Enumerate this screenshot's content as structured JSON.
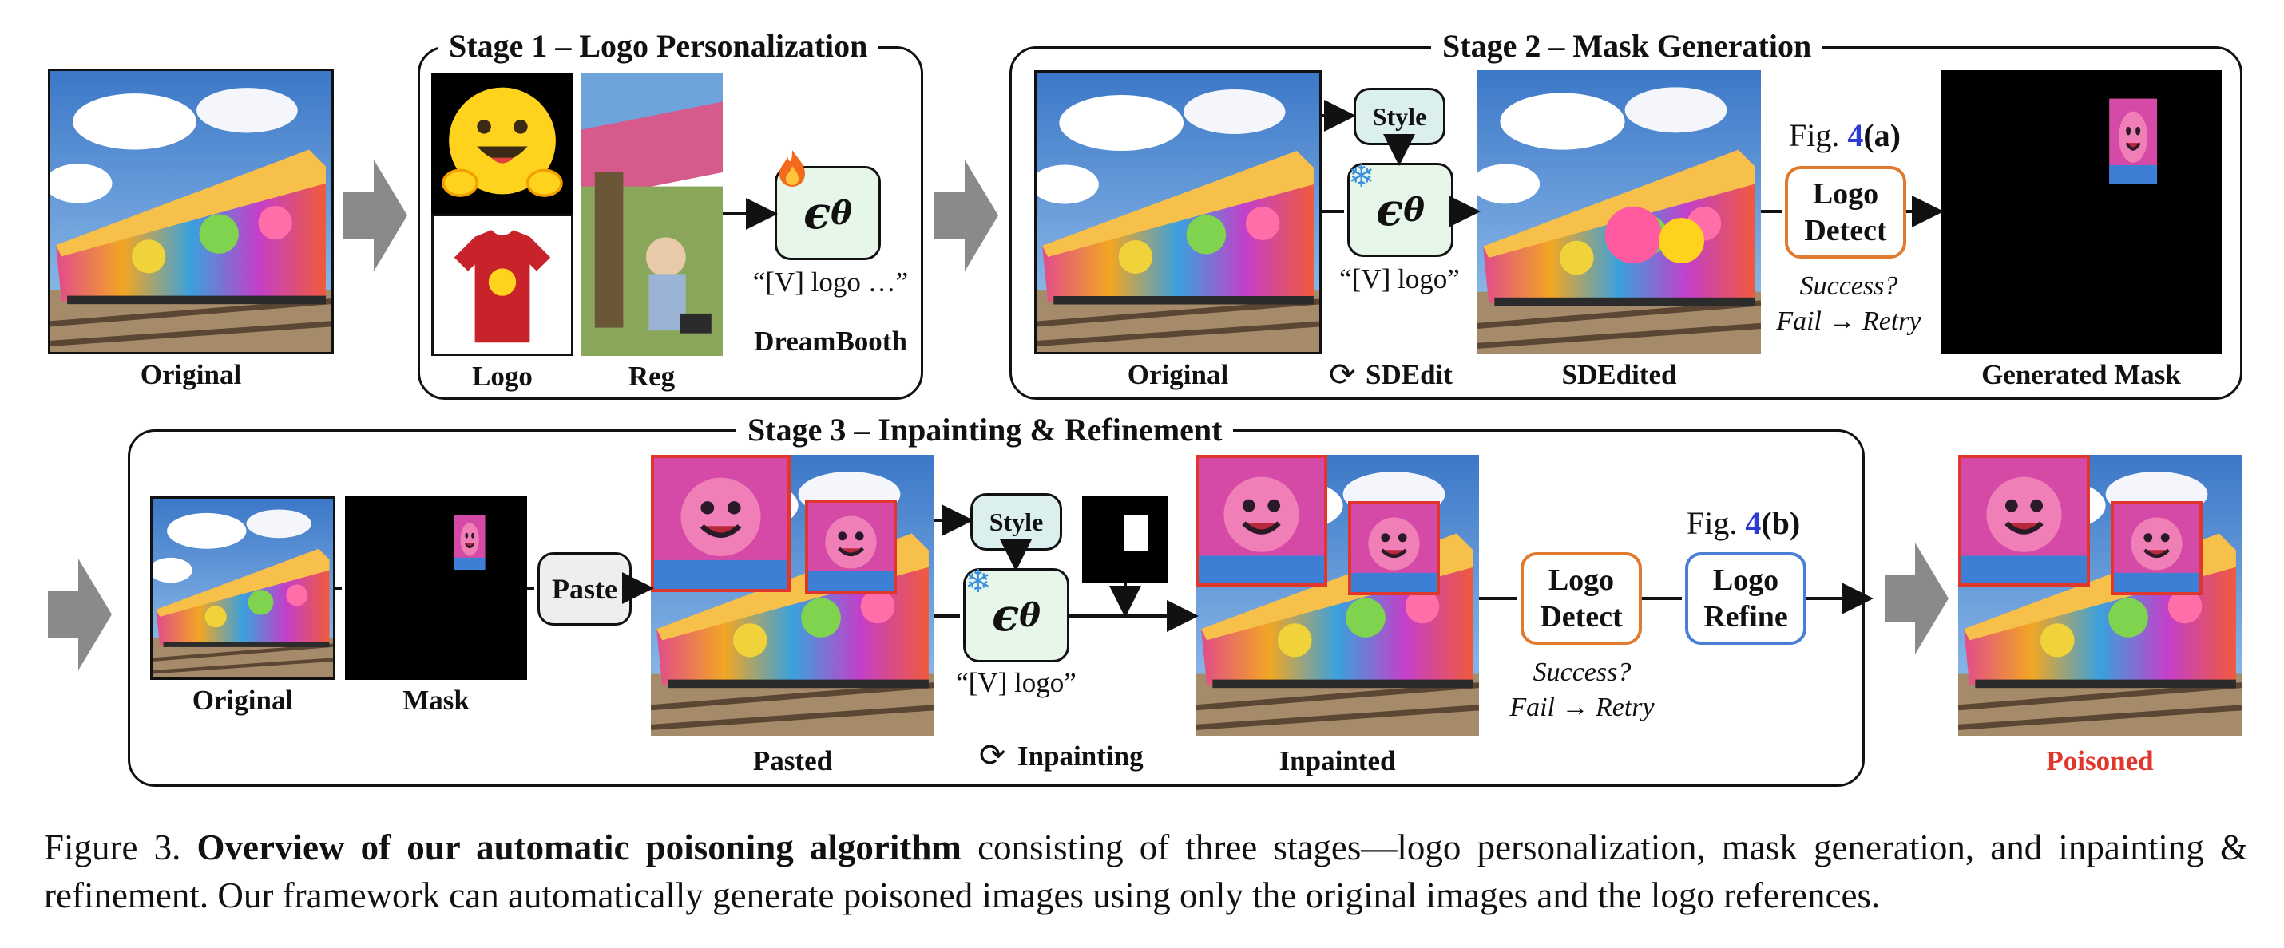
{
  "stages": {
    "s1_title": "Stage 1 – Logo Personalization",
    "s2_title": "Stage 2 – Mask Generation",
    "s3_title": "Stage 3 – Inpainting & Refinement"
  },
  "labels": {
    "original": "Original",
    "logo": "Logo",
    "reg": "Reg",
    "dreambooth": "DreamBooth",
    "prompt_train": "“[V] logo …”",
    "prompt": "“[V] logo”",
    "sdedit": "SDEdit",
    "sdedited": "SDEdited",
    "generated_mask": "Generated Mask",
    "mask": "Mask",
    "pasted": "Pasted",
    "inpainting": "Inpainting",
    "inpainted": "Inpainted",
    "poisoned": "Poisoned"
  },
  "boxes": {
    "style": "Style",
    "paste": "Paste",
    "logo_detect_1": "Logo",
    "logo_detect_2": "Detect",
    "logo_refine_1": "Logo",
    "logo_refine_2": "Refine",
    "eps_symbol": "ϵ",
    "eps_sub": "θ"
  },
  "notes": {
    "success": "Success?",
    "fail_retry": "Fail → Retry",
    "fig_prefix": "Fig. ",
    "fig_num": "4",
    "fig_a": "(a)",
    "fig_b": "(b)"
  },
  "caption": {
    "fig_label": "Figure 3.",
    "bold_title": "Overview of our automatic poisoning algorithm",
    "body": "consisting of three stages—logo personalization, mask generation, and inpainting & refinement. Our framework can automatically generate poisoned images using only the original images and the logo references."
  },
  "colors": {
    "poisoned_red": "#e0362c",
    "detect_orange": "#e07a2e",
    "refine_blue": "#4a7fd6",
    "fig_ref_blue": "#2b3bd6",
    "style_fill": "#dcefef",
    "unet_fill": "#e6f6e9",
    "arrow_grey": "#8a8a8a"
  },
  "icons": [
    "fire-icon",
    "snowflake-icon",
    "cycle-icon",
    "smiley-logo-icon",
    "tshirt-icon"
  ]
}
